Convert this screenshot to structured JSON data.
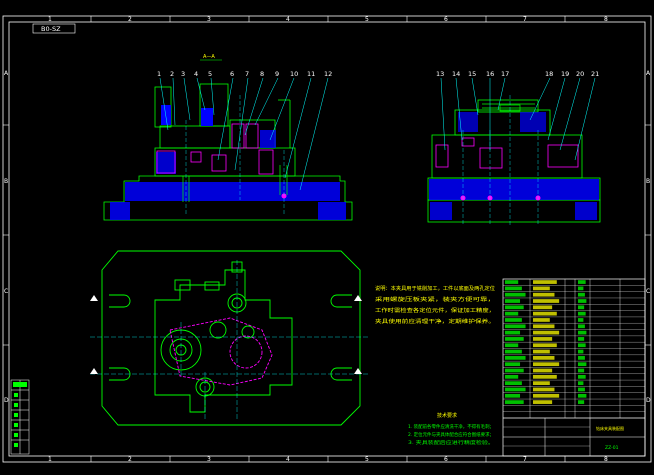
{
  "sheet": {
    "code_box": "B0-SZ",
    "zone_numbers_top": [
      "1",
      "2",
      "3",
      "4",
      "5",
      "6",
      "7",
      "8"
    ],
    "zone_numbers_bottom": [
      "1",
      "2",
      "3",
      "4",
      "5",
      "6",
      "7",
      "8"
    ],
    "zone_letters_left": [
      "A",
      "B",
      "C",
      "D"
    ],
    "zone_letters_right": [
      "A",
      "B",
      "C",
      "D"
    ],
    "colors": {
      "background": "#000000",
      "frame": "#ffffff",
      "outline": "#00ff00",
      "leader": "#00ffff",
      "hatch": "#0000ff",
      "part": "#ff00ff",
      "text": "#ffff00"
    }
  },
  "front_view": {
    "section_label": "A—A",
    "balloons": [
      "1",
      "2",
      "3",
      "4",
      "5",
      "6",
      "7",
      "8",
      "9",
      "10",
      "11",
      "12"
    ]
  },
  "side_view": {
    "balloons": [
      "13",
      "14",
      "15",
      "16",
      "17",
      "18",
      "19",
      "20",
      "21"
    ]
  },
  "notes": {
    "lines": [
      "说明：本夹具用于铣削加工，工件以底面及两孔定位",
      "采用螺旋压板夹紧，装夹方便可靠，",
      "工作时需检查各定位元件，保证加工精度，",
      "夹具使用前应清理干净，定期维护保养。"
    ]
  },
  "tech_requirements": {
    "title": "技术要求",
    "lines": [
      "1. 装配前各零件应清洗干净，不得有毛刺；",
      "2. 定位元件与夹具体配合应符合图纸要求；",
      "3. 夹具装配后应进行精度检验。"
    ]
  },
  "bom": {
    "title_block_label": "钻床夹具装配图",
    "drawing_number": "ZZ-01"
  }
}
